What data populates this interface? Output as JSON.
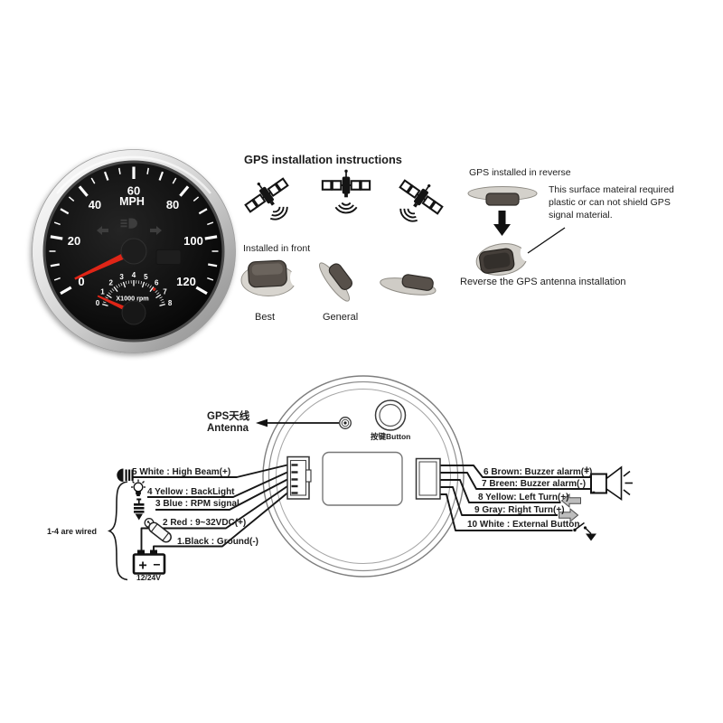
{
  "header": {
    "title": "GPS installation instructions"
  },
  "gauge": {
    "unit_label": "MPH",
    "speed_ticks": [
      "0",
      "20",
      "40",
      "60",
      "80",
      "100",
      "120"
    ],
    "tach_ticks": [
      "0",
      "1",
      "2",
      "3",
      "4",
      "5",
      "6",
      "7",
      "8"
    ],
    "tach_caption": "X1000 rpm",
    "colors": {
      "needle_red": "#df2517",
      "tick_white": "#ffffff",
      "face_black": "#0c0c0c"
    }
  },
  "install": {
    "front_label": "Installed in front",
    "best_label": "Best",
    "general_label": "General",
    "reverse_header": "GPS installed in reverse",
    "note_line1": "This surface mateiral required",
    "note_line2": "plastic or can not shield GPS",
    "note_line3": "signal material.",
    "reverse_caption": "Reverse the GPS antenna installation"
  },
  "wiring": {
    "antenna_cn": "GPS天线",
    "antenna_en": "Antenna",
    "button_label": "按键Button",
    "group_note": "1-4 are wired",
    "left": [
      {
        "label": "5 White : High Beam(+)",
        "icon": "high-beam-icon"
      },
      {
        "label": "4 Yellow : BackLight",
        "icon": "bulb-icon"
      },
      {
        "label": "3 Blue : RPM signal",
        "icon": "coil-icon"
      },
      {
        "label": "2 Red : 9~32VDC(+)",
        "icon": "fuse-icon"
      },
      {
        "label": "1.Black : Ground(-)",
        "icon": "battery-icon"
      }
    ],
    "right": [
      {
        "label": "6 Brown: Buzzer alarm(+)",
        "icon": "buzzer-icon"
      },
      {
        "label": "7 Breen: Buzzer alarm(-)",
        "icon": "buzzer-icon"
      },
      {
        "label": "8 Yellow: Left Turn(+)",
        "icon": "left-turn-arrow-icon"
      },
      {
        "label": "9 Gray: Right Turn(+)",
        "icon": "right-turn-arrow-icon"
      },
      {
        "label": "10 White : External Button",
        "icon": "switch-icon"
      }
    ],
    "battery": {
      "label": "12/24V",
      "plus": "+",
      "minus": "−"
    },
    "buzzer": {
      "plus": "+",
      "minus": "-"
    }
  }
}
